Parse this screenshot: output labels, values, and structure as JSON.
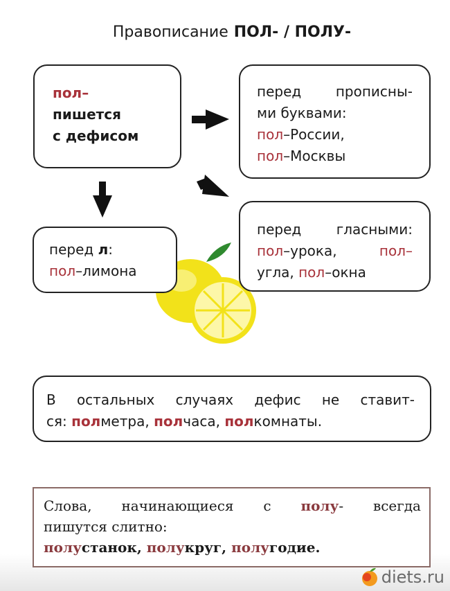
{
  "title": {
    "prefix": "Правописание",
    "emph": "ПОЛ-  /  ПОЛУ-"
  },
  "boxes": {
    "b1": [
      [
        {
          "t": "пол–",
          "red": true
        }
      ],
      [
        {
          "t": "пишется"
        }
      ],
      [
        {
          "t": "с  дефисом"
        }
      ]
    ],
    "b2": [
      [
        {
          "t": "перед  прописны-"
        }
      ],
      [
        {
          "t": "ми  буквами:",
          "l": 1
        }
      ],
      [
        {
          "t": "пол",
          "red": true
        },
        {
          "t": "–России,"
        }
      ],
      [
        {
          "t": "пол",
          "red": true
        },
        {
          "t": "–Москвы"
        }
      ]
    ],
    "b3": [
      [
        {
          "t": "перед  "
        },
        {
          "t": "л",
          "b": true
        },
        {
          "t": ":"
        }
      ],
      [
        {
          "t": "пол",
          "red": true
        },
        {
          "t": "–лимона"
        }
      ]
    ],
    "b4": [
      [
        {
          "t": "перед  гласными:"
        }
      ],
      [
        {
          "t": "пол",
          "red": true
        },
        {
          "t": "–урока,  "
        },
        {
          "t": "пол–",
          "red": true
        }
      ],
      [
        {
          "t": "угла,  "
        },
        {
          "t": "пол",
          "red": true
        },
        {
          "t": "–окна"
        }
      ]
    ],
    "b5": [
      [
        {
          "t": "В  остальных  случаях  дефис  не  ставит-"
        }
      ],
      [
        {
          "t": "ся:  "
        },
        {
          "t": "пол",
          "red": true,
          "b": true
        },
        {
          "t": "метра,  "
        },
        {
          "t": "пол",
          "red": true,
          "b": true
        },
        {
          "t": "часа,  "
        },
        {
          "t": "пол",
          "red": true,
          "b": true
        },
        {
          "t": "комнаты."
        }
      ]
    ],
    "b6": [
      [
        {
          "t": "Слова,   начинающиеся   с   "
        },
        {
          "t": "полу",
          "red": true,
          "b": true
        },
        {
          "t": "-   всегда"
        }
      ],
      [
        {
          "t": "пишутся  слитно:"
        }
      ],
      [
        {
          "t": "полу",
          "red": true,
          "b": true
        },
        {
          "t": "станок,  ",
          "b": true
        },
        {
          "t": "полу",
          "red": true,
          "b": true
        },
        {
          "t": "круг,  ",
          "b": true
        },
        {
          "t": "полу",
          "red": true,
          "b": true
        },
        {
          "t": "годие.",
          "b": true
        }
      ]
    ]
  },
  "watermark": "diets.ru",
  "colors": {
    "accent": "#a8323a"
  }
}
